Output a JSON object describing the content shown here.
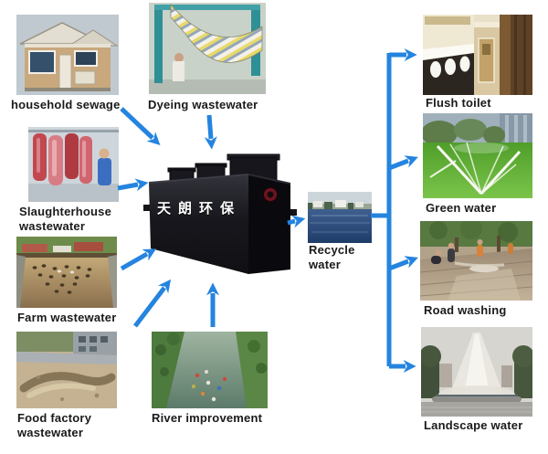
{
  "diagram": {
    "sources": [
      {
        "label": "household sewage"
      },
      {
        "label": "Dyeing wastewater"
      },
      {
        "label": "Slaughterhouse wastewater"
      },
      {
        "label": "Farm wastewater"
      },
      {
        "label": "Food factory wastewater"
      },
      {
        "label": "River improvement"
      }
    ],
    "plant": {
      "brand_text": "天朗环保"
    },
    "intermediate": {
      "label": "Recycle water"
    },
    "uses": [
      {
        "label": "Flush toilet"
      },
      {
        "label": "Green water"
      },
      {
        "label": "Road washing"
      },
      {
        "label": "Landscape water"
      }
    ],
    "colors": {
      "arrow": "#2484df",
      "caption_text": "#1a1a1a",
      "plant_body": "#1a1a20",
      "plant_text": "#ffffff",
      "valve_red": "#6e1522"
    }
  }
}
